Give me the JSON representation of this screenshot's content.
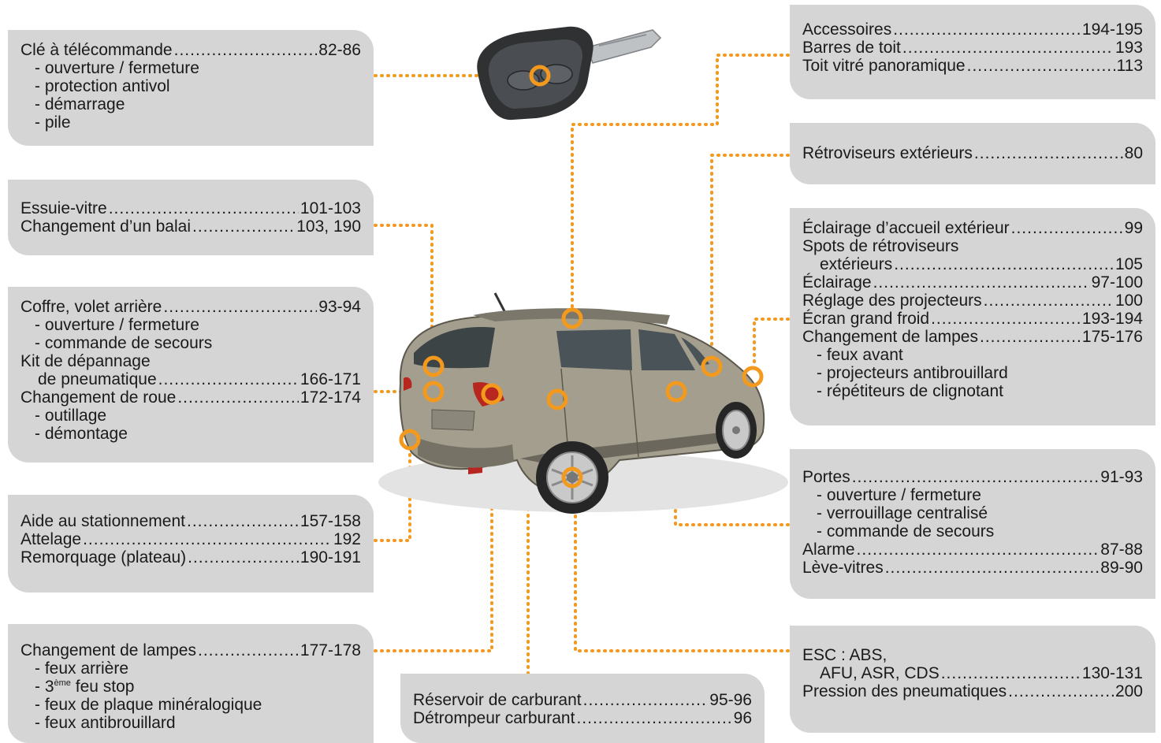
{
  "accent_color": "#f39a1e",
  "box_color": "#d5d5d5",
  "panels": {
    "cle": {
      "rows": [
        {
          "text": "Clé à télécommande",
          "page": "82-86"
        }
      ],
      "subs": [
        "- ouverture / fermeture",
        "- protection antivol",
        "- démarrage",
        "- pile"
      ]
    },
    "essuie": {
      "rows": [
        {
          "text": "Essuie-vitre",
          "page": "101-103"
        },
        {
          "text": "Changement d’un balai",
          "page": "103, 190"
        }
      ]
    },
    "coffre": {
      "r1": {
        "text": "Coffre, volet arrière",
        "page": "93-94"
      },
      "subs1": [
        "- ouverture / fermeture",
        "- commande de secours"
      ],
      "kit": "Kit de dépannage",
      "r2": {
        "text": "de pneumatique",
        "page": "166-171"
      },
      "r3": {
        "text": "Changement de roue",
        "page": "172-174"
      },
      "subs2": [
        "- outillage",
        "- démontage"
      ]
    },
    "aide": {
      "rows": [
        {
          "text": "Aide au stationnement",
          "page": "157-158"
        },
        {
          "text": "Attelage",
          "page": "192"
        },
        {
          "text": "Remorquage (plateau)",
          "page": "190-191"
        }
      ]
    },
    "lampes_arr": {
      "rows": [
        {
          "text": "Changement de lampes",
          "page": "177-178"
        }
      ],
      "sub1": "- feux arrière",
      "sub2_pre": "- 3",
      "sub2_sup": "ème",
      "sub2_post": " feu stop",
      "sub3": "- feux de plaque minéralogique",
      "sub4": "- feux antibrouillard"
    },
    "reservoir": {
      "rows": [
        {
          "text": "Réservoir de carburant",
          "page": "95-96"
        },
        {
          "text": "Détrompeur carburant",
          "page": "96"
        }
      ]
    },
    "accessoires": {
      "rows": [
        {
          "text": "Accessoires",
          "page": "194-195"
        },
        {
          "text": "Barres de toit",
          "page": "193"
        },
        {
          "text": "Toit vitré panoramique",
          "page": "113"
        }
      ]
    },
    "retro": {
      "rows": [
        {
          "text": "Rétroviseurs extérieurs",
          "page": "80"
        }
      ]
    },
    "eclairage": {
      "r1": {
        "text": "Éclairage d’accueil extérieur",
        "page": "99"
      },
      "spots": "Spots de rétroviseurs",
      "r2": {
        "text": "extérieurs",
        "page": "105"
      },
      "r3": {
        "text": "Éclairage",
        "page": "97-100"
      },
      "r4": {
        "text": "Réglage des projecteurs",
        "page": "100"
      },
      "r5": {
        "text": "Écran grand froid",
        "page": "193-194"
      },
      "r6": {
        "text": "Changement de lampes",
        "page": "175-176"
      },
      "subs": [
        "- feux avant",
        "- projecteurs antibrouillard",
        "- répétiteurs de clignotant"
      ]
    },
    "portes": {
      "r1": {
        "text": "Portes",
        "page": "91-93"
      },
      "subs": [
        "- ouverture / fermeture",
        "- verrouillage centralisé",
        "- commande de secours"
      ],
      "r2": {
        "text": "Alarme",
        "page": "87-88"
      },
      "r3": {
        "text": "Lève-vitres",
        "page": "89-90"
      }
    },
    "esc": {
      "line1": "ESC : ABS,",
      "r1": {
        "text": "AFU, ASR, CDS",
        "page": "130-131"
      },
      "r2": {
        "text": "Pression des pneumatiques",
        "page": "200"
      }
    }
  }
}
